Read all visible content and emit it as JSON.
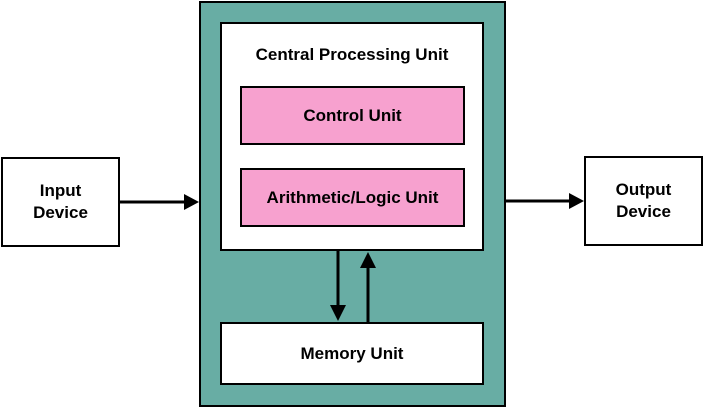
{
  "colors": {
    "outer_fill": "#68ada4",
    "inner_fill": "#ffffff",
    "unit_fill": "#f7a1cf",
    "stroke": "#000000"
  },
  "input_device": {
    "label": "Input\nDevice"
  },
  "output_device": {
    "label": "Output\nDevice"
  },
  "cpu": {
    "title": "Central Processing Unit",
    "control_unit": "Control Unit",
    "alu": "Arithmetic/Logic Unit"
  },
  "memory_unit": {
    "label": "Memory Unit"
  }
}
